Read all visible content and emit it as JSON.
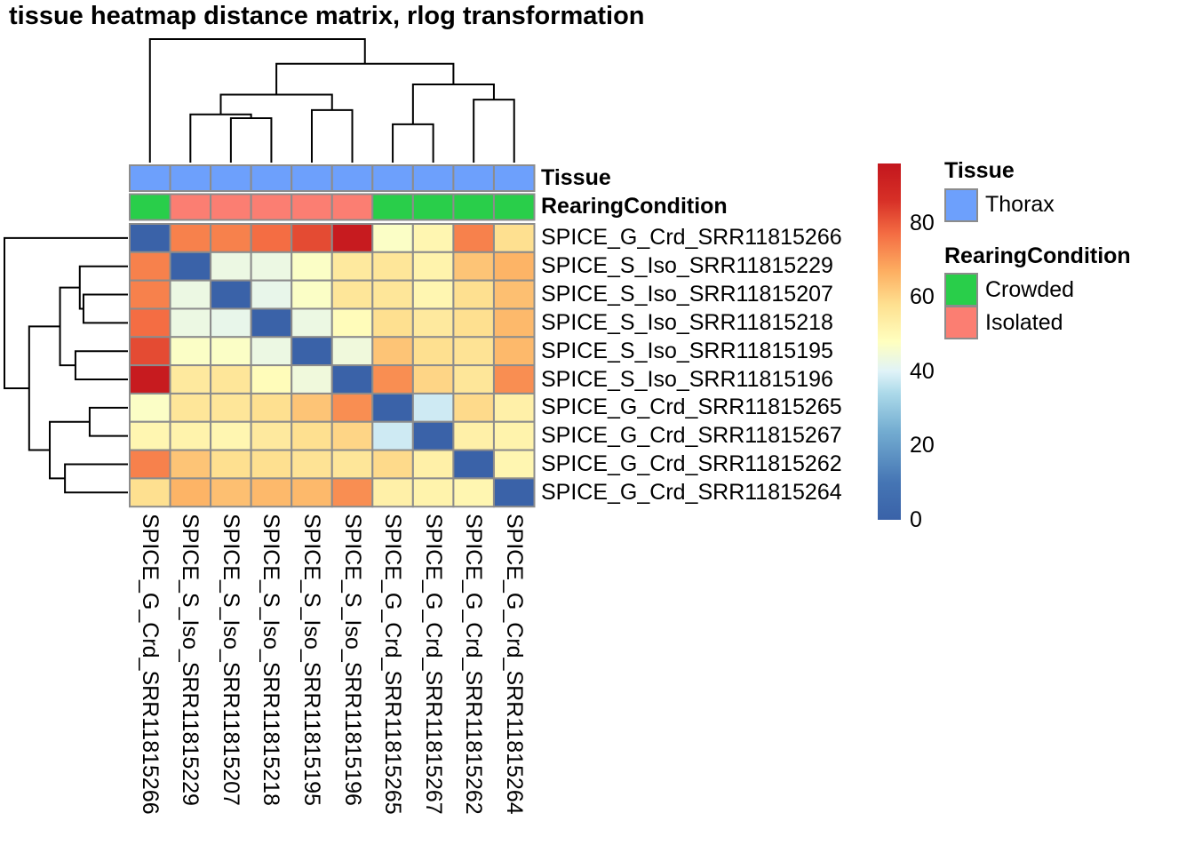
{
  "chart_data": {
    "type": "heatmap",
    "title": "tissue heatmap distance matrix, rlog transformation",
    "samples": [
      "SPICE_G_Crd_SRR11815266",
      "SPICE_S_Iso_SRR11815229",
      "SPICE_S_Iso_SRR11815207",
      "SPICE_S_Iso_SRR11815218",
      "SPICE_S_Iso_SRR11815195",
      "SPICE_S_Iso_SRR11815196",
      "SPICE_G_Crd_SRR11815265",
      "SPICE_G_Crd_SRR11815267",
      "SPICE_G_Crd_SRR11815262",
      "SPICE_G_Crd_SRR11815264"
    ],
    "matrix": [
      [
        0,
        74,
        74,
        77,
        82,
        94,
        47,
        51,
        74,
        58
      ],
      [
        74,
        0,
        43,
        43,
        47,
        55,
        56,
        52,
        63,
        66
      ],
      [
        74,
        43,
        0,
        42,
        47,
        56,
        56,
        51,
        58,
        64
      ],
      [
        77,
        43,
        42,
        0,
        43,
        49,
        58,
        55,
        58,
        65
      ],
      [
        82,
        47,
        47,
        43,
        0,
        44,
        63,
        58,
        57,
        65
      ],
      [
        94,
        55,
        56,
        49,
        44,
        0,
        72,
        60,
        56,
        72
      ],
      [
        47,
        56,
        56,
        58,
        63,
        72,
        0,
        38,
        59,
        53
      ],
      [
        51,
        52,
        51,
        55,
        58,
        60,
        38,
        0,
        53,
        52
      ],
      [
        74,
        63,
        58,
        58,
        57,
        56,
        59,
        53,
        0,
        51
      ],
      [
        58,
        66,
        64,
        65,
        65,
        72,
        53,
        52,
        51,
        0
      ]
    ],
    "color_scale": {
      "domain": [
        0,
        96
      ],
      "ticks": [
        80,
        60,
        40,
        20,
        0
      ],
      "stops": [
        [
          0,
          "#3A62A8"
        ],
        [
          10,
          "#4575B4"
        ],
        [
          24,
          "#74ADD1"
        ],
        [
          34,
          "#ABD9E9"
        ],
        [
          40,
          "#E0F3F8"
        ],
        [
          48,
          "#FFFFBF"
        ],
        [
          58,
          "#FEE090"
        ],
        [
          67,
          "#FDAE61"
        ],
        [
          77,
          "#F46D43"
        ],
        [
          86,
          "#D73027"
        ],
        [
          96,
          "#C3161D"
        ]
      ]
    },
    "annotation_rows": [
      {
        "label": "Tissue",
        "values": [
          "Thorax",
          "Thorax",
          "Thorax",
          "Thorax",
          "Thorax",
          "Thorax",
          "Thorax",
          "Thorax",
          "Thorax",
          "Thorax"
        ]
      },
      {
        "label": "RearingCondition",
        "values": [
          "Crowded",
          "Isolated",
          "Isolated",
          "Isolated",
          "Isolated",
          "Isolated",
          "Crowded",
          "Crowded",
          "Crowded",
          "Crowded"
        ]
      }
    ],
    "annotation_colors": {
      "Thorax": "#6DA0FC",
      "Crowded": "#29CE4A",
      "Isolated": "#FB7E72"
    },
    "dendrogram_merges": [
      {
        "id": "m78",
        "a": "L6",
        "b": "L7",
        "h": 0.31
      },
      {
        "id": "m34",
        "a": "L2",
        "b": "L3",
        "h": 0.36
      },
      {
        "id": "m229",
        "a": "L1",
        "b": "m34",
        "h": 0.39
      },
      {
        "id": "m56",
        "a": "L4",
        "b": "L5",
        "h": 0.425
      },
      {
        "id": "m910",
        "a": "L8",
        "b": "L9",
        "h": 0.51
      },
      {
        "id": "m26",
        "a": "m229",
        "b": "m56",
        "h": 0.55
      },
      {
        "id": "m710",
        "a": "m78",
        "b": "m910",
        "h": 0.633
      },
      {
        "id": "m210",
        "a": "m26",
        "b": "m710",
        "h": 0.8
      },
      {
        "id": "root",
        "a": "L0",
        "b": "m210",
        "h": 1.0
      }
    ],
    "legend": {
      "tissue_title": "Tissue",
      "tissue_items": [
        {
          "label": "Thorax",
          "color": "#6DA0FC"
        }
      ],
      "rearing_title": "RearingCondition",
      "rearing_items": [
        {
          "label": "Crowded",
          "color": "#29CE4A"
        },
        {
          "label": "Isolated",
          "color": "#FB7E72"
        }
      ]
    },
    "grid_line_color": "#8C8C8C"
  }
}
